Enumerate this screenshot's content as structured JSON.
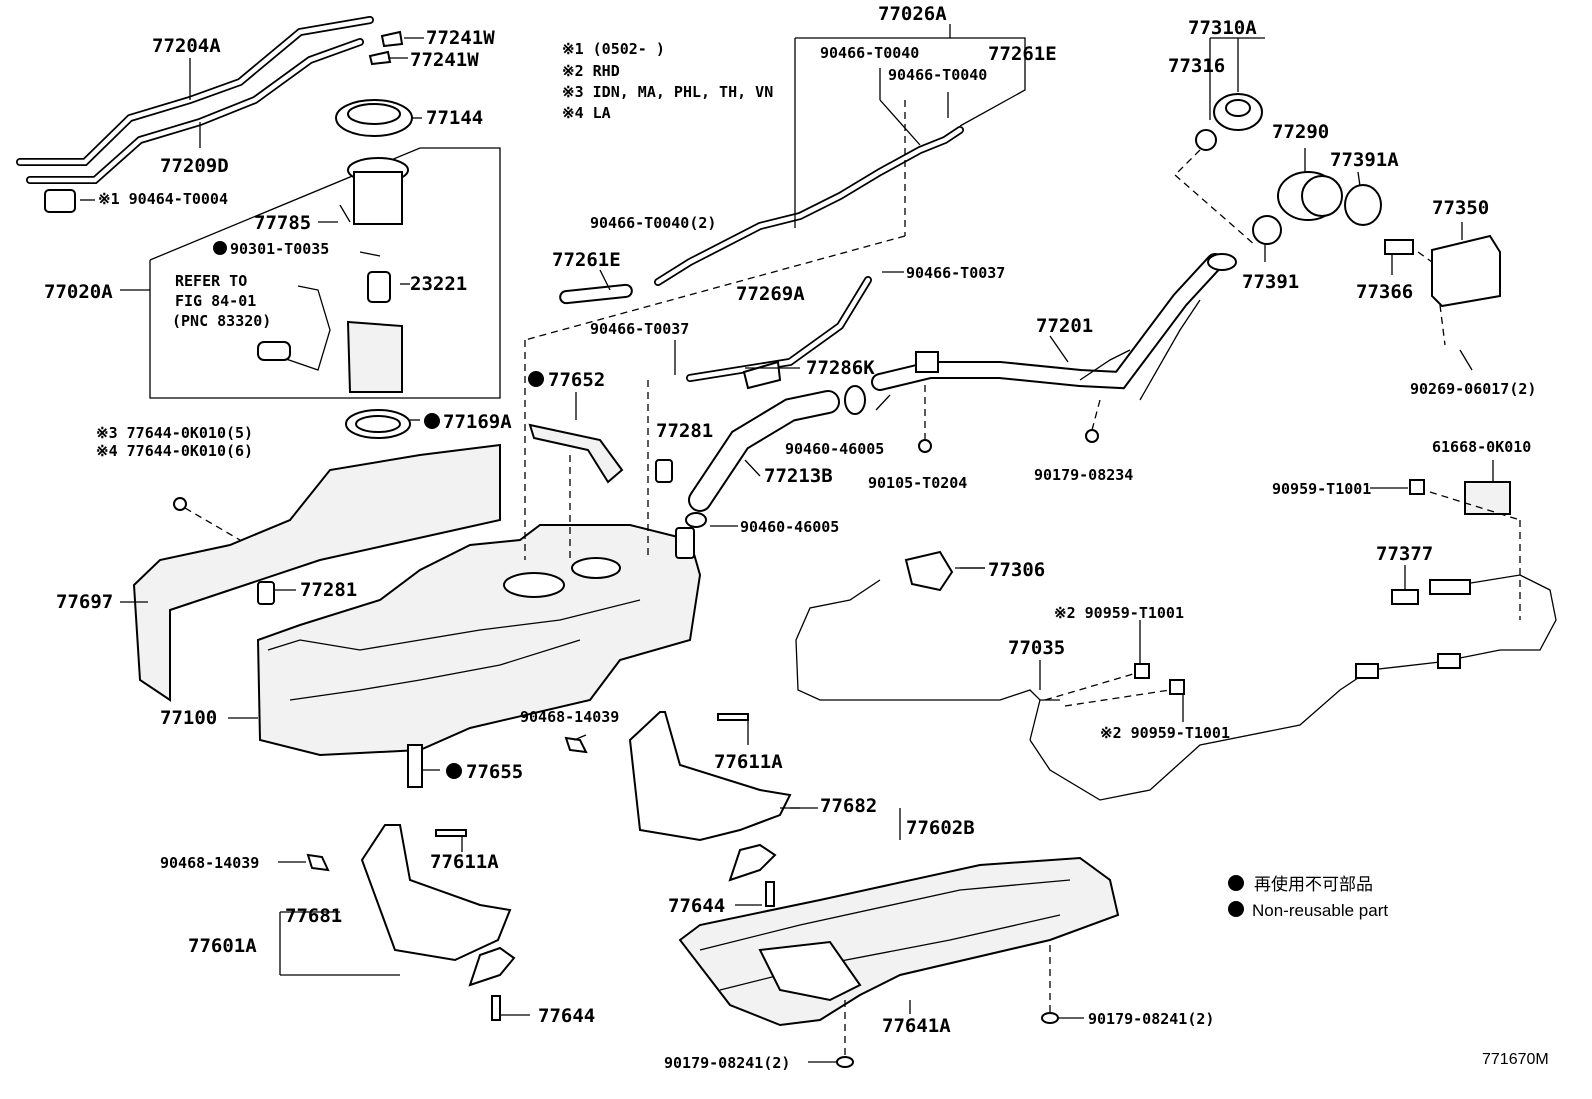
{
  "diagram_code": "771670M",
  "notes": {
    "n1": "※1 (0502-      )",
    "n2": "※2 RHD",
    "n3": "※3 IDN, MA, PHL, TH, VN",
    "n4": "※4 LA"
  },
  "legend": {
    "line1": "再使用不可部品",
    "line2": "Non-reusable part"
  },
  "refer": {
    "line1": "REFER TO",
    "line2": "FIG 84-01",
    "line3": "(PNC 83320)"
  },
  "parts": {
    "p77204A": "77204A",
    "p77241W_1": "77241W",
    "p77241W_2": "77241W",
    "p77144": "77144",
    "p77209D": "77209D",
    "p90464": "※1 90464-T0004",
    "p77785": "77785",
    "p90301": "90301-T0035",
    "p77020A": "77020A",
    "p23221": "23221",
    "p77169A": "77169A",
    "p77644_a": "※3 77644-0K010(5)",
    "p77644_b": "※4 77644-0K010(6)",
    "p77697": "77697",
    "p77281_a": "77281",
    "p77100": "77100",
    "p77655": "77655",
    "p77652": "77652",
    "p77026A": "77026A",
    "p90466_a": "90466-T0040",
    "p90466_b": "90466-T0040",
    "p77261E_a": "77261E",
    "p90466_c": "90466-T0040(2)",
    "p77261E_b": "77261E",
    "p90466_d": "90466-T0037",
    "p77269A": "77269A",
    "p90466_e": "90466-T0037",
    "p77286K": "77286K",
    "p77281_b": "77281",
    "p77213B": "77213B",
    "p90460_a": "90460-46005",
    "p90460_b": "90460-46005",
    "p90105": "90105-T0204",
    "p77201": "77201",
    "p90179_a": "90179-08234",
    "p77310A": "77310A",
    "p77316": "77316",
    "p77290": "77290",
    "p77391A": "77391A",
    "p77391": "77391",
    "p77350": "77350",
    "p77366": "77366",
    "p90269": "90269-06017(2)",
    "p61668": "61668-0K010",
    "p90959_a": "90959-T1001",
    "p77377": "77377",
    "p77306": "77306",
    "p90959_b": "※2 90959-T1001",
    "p77035": "77035",
    "p90959_c": "※2 90959-T1001",
    "p90468_a": "90468-14039",
    "p77611A_a": "77611A",
    "p77682": "77682",
    "p77602B": "77602B",
    "p77644_c": "77644",
    "p90468_b": "90468-14039",
    "p77611A_b": "77611A",
    "p77681": "77681",
    "p77601A": "77601A",
    "p77644_d": "77644",
    "p77641A": "77641A",
    "p90179_b": "90179-08241(2)",
    "p90179_c": "90179-08241(2)"
  }
}
